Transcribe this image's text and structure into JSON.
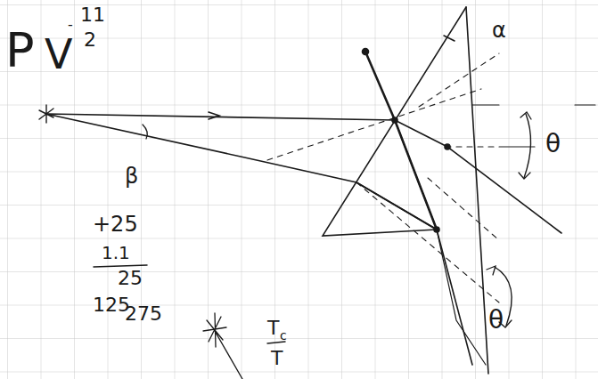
{
  "diagram": {
    "labels": [
      "P",
      "V",
      "-",
      "11",
      "2",
      "α",
      "β",
      "θ",
      "θ",
      "+25",
      "1.1",
      "25",
      "125",
      "275",
      "T",
      "c",
      "T"
    ]
  }
}
